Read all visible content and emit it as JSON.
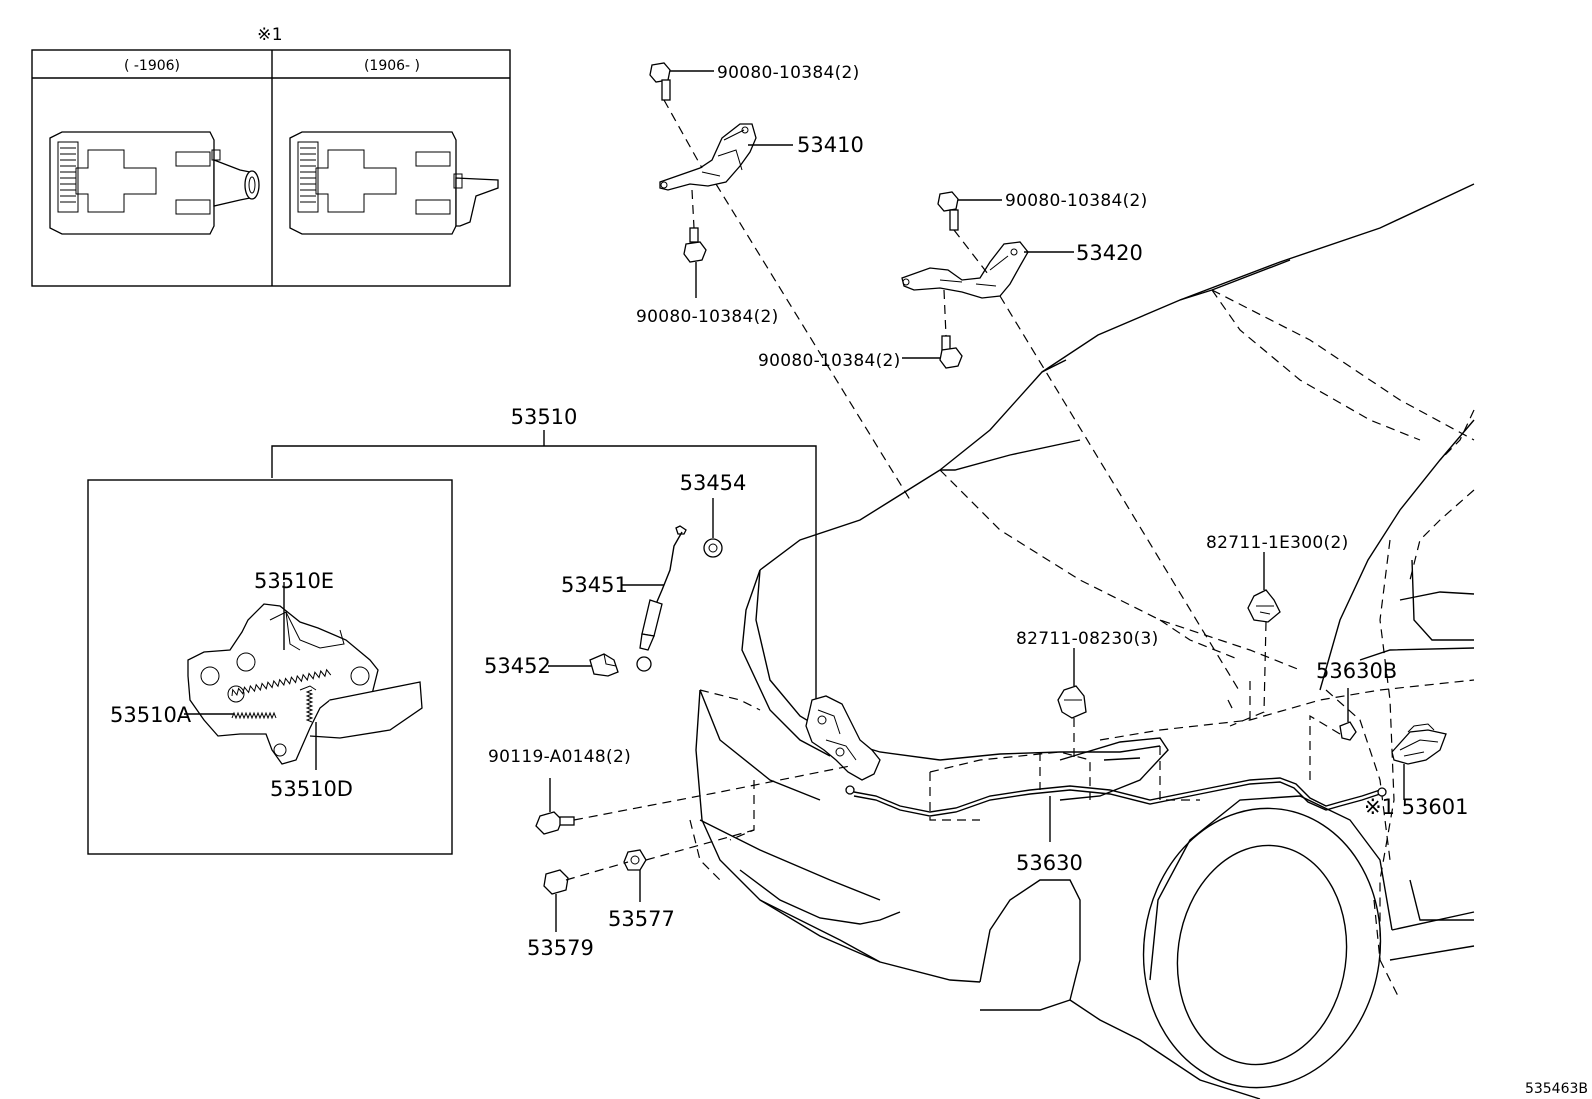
{
  "inset": {
    "mark": "※1",
    "col_left": "(      -1906)",
    "col_right": "(1906-       )"
  },
  "callouts": {
    "c1": "90080-10384(2)",
    "c2": "53410",
    "c3": "90080-10384(2)",
    "c4": "53420",
    "c5": "90080-10384(2)",
    "c6": "90080-10384(2)",
    "c7": "53510",
    "c8": "53454",
    "c9": "53451",
    "c10": "53452",
    "c11": "53510E",
    "c12": "53510A",
    "c13": "53510D",
    "c14": "90119-A0148(2)",
    "c15": "53579",
    "c16": "53577",
    "c17": "82711-1E300(2)",
    "c18": "82711-08230(3)",
    "c19": "53630B",
    "c20": "53630",
    "c21": "※1 53601"
  },
  "diagram_code": "535463B"
}
